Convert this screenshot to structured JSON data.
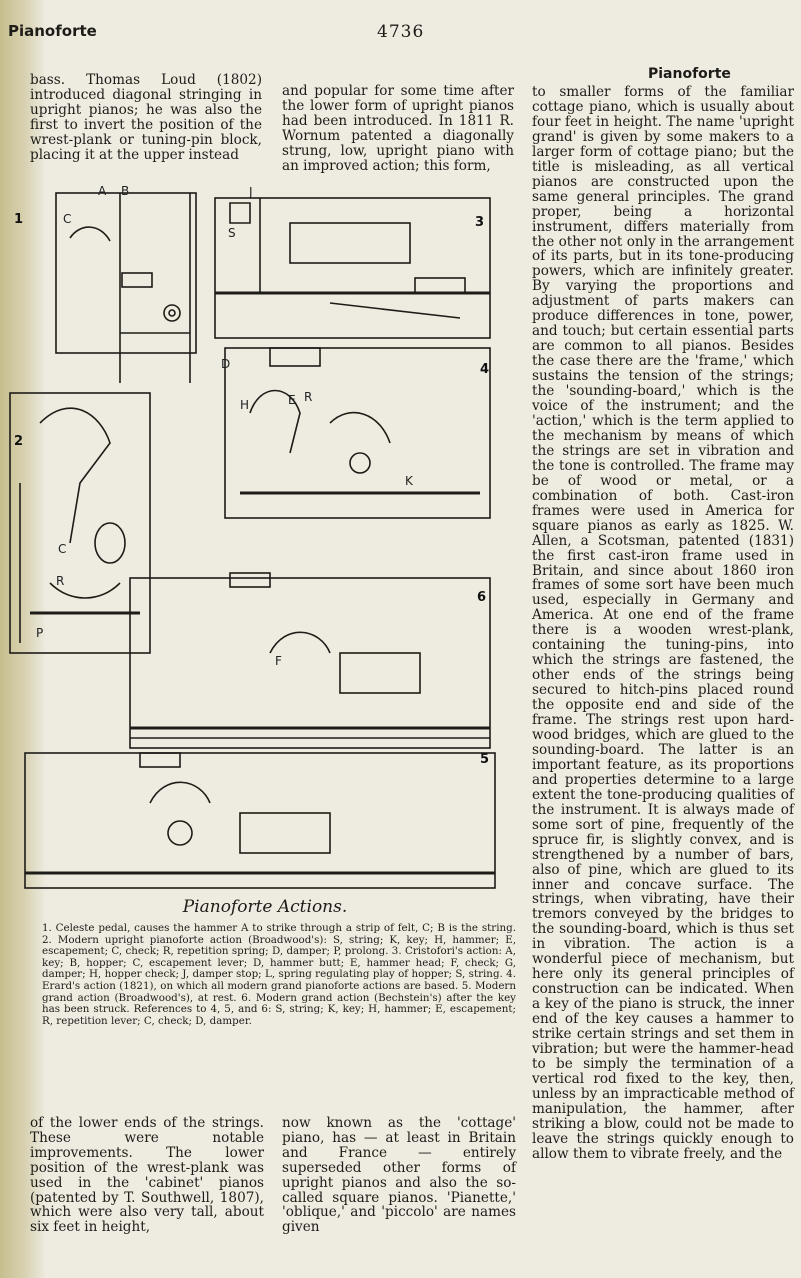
{
  "header": {
    "left_title": "Pianoforte",
    "page_number": "4736",
    "right_title": "Pianoforte"
  },
  "column_a": {
    "text": "bass. Thomas Loud (1802) introduced diagonal stringing in upright pianos; he was also the first to invert the position of the wrest-plank or tuning-pin block, placing it at the upper instead"
  },
  "column_b": {
    "text": "and popular for some time after the lower form of upright pianos had been introduced. In 1811 R. Wornum patented a diagonally strung, low, upright piano with an improved action; this form,"
  },
  "column_c": {
    "text": "to smaller forms of the familiar cottage piano, which is usually about four feet in height. The name 'upright grand' is given by some makers to a larger form of cottage piano; but the title is misleading, as all vertical pianos are constructed upon the same general principles. The grand proper, being a horizontal instrument, differs materially from the other not only in the arrangement of its parts, but in its tone-producing powers, which are infinitely greater. By varying the proportions and adjustment of parts makers can produce differences in tone, power, and touch; but certain essential parts are common to all pianos. Besides the case there are the 'frame,' which sustains the tension of the strings; the 'sounding-board,' which is the voice of the instrument; and the 'action,' which is the term applied to the mechanism by means of which the strings are set in vibration and the tone is controlled. The frame may be of wood or metal, or a combination of both. Cast-iron frames were used in America for square pianos as early as 1825. W. Allen, a Scotsman, patented (1831) the first cast-iron frame used in Britain, and since about 1860 iron frames of some sort have been much used, especially in Germany and America. At one end of the frame there is a wooden wrest-plank, containing the tuning-pins, into which the strings are fastened, the other ends of the strings being secured to hitch-pins placed round the opposite end and side of the frame. The strings rest upon hard-wood bridges, which are glued to the sounding-board. The latter is an important feature, as its proportions and properties determine to a large extent the tone-producing qualities of the instrument. It is always made of some sort of pine, frequently of the spruce fir, is slightly convex, and is strengthened by a number of bars, also of pine, which are glued to its inner and concave surface. The strings, when vibrating, have their tremors conveyed by the bridges to the sounding-board, which is thus set in vibration. The action is a wonderful piece of mechanism, but here only its general principles of construction can be indicated. When a key of the piano is struck, the inner end of the key causes a hammer to strike certain strings and set them in vibration; but were the hammer-head to be simply the termination of a vertical rod fixed to the key, then, unless by an impracticable method of manipulation, the hammer, after striking a blow, could not be made to leave the strings quickly enough to allow them to vibrate freely, and the"
  },
  "column_d": {
    "text": "of the lower ends of the strings. These were notable improvements. The lower position of the wrest-plank was used in the 'cabinet' pianos (patented by T. Southwell, 1807), which were also very tall, about six feet in height,"
  },
  "column_e": {
    "text": "now known as the 'cottage' piano, has — at least in Britain and France — entirely superseded other forms of upright pianos and also the so-called square pianos. 'Pianette,' 'oblique,' and 'piccolo' are names given"
  },
  "figure": {
    "title": "Pianoforte Actions.",
    "caption": "1. Celeste pedal, causes the hammer A to strike through a strip of felt, C; B is the string. 2. Modern upright pianoforte action (Broadwood's): S, string; K, key; H, hammer; E, escapement; C, check; R, repetition spring; D, damper; P, prolong. 3. Cristofori's action: A, key; B, hopper; C, escapement lever; D, hammer butt; E, hammer head; F, check; G, damper; H, hopper check; J, damper stop; L, spring regulating play of hopper; S, string. 4. Erard's action (1821), on which all modern grand pianoforte actions are based. 5. Modern grand action (Broadwood's), at rest. 6. Modern grand action (Bechstein's) after the key has been struck. References to 4, 5, and 6: S, string; K, key; H, hammer; E, escapement; R, repetition lever; C, check; D, damper.",
    "panel_numbers": [
      "1",
      "2",
      "3",
      "4",
      "5",
      "6"
    ],
    "part_letters": {
      "a": "A",
      "b": "B",
      "c": "C",
      "d": "D",
      "e": "E",
      "f": "F",
      "h": "H",
      "j": "J",
      "k": "K",
      "p": "P",
      "r": "R",
      "s": "S",
      "big_c": "C",
      "big_r": "R"
    }
  }
}
